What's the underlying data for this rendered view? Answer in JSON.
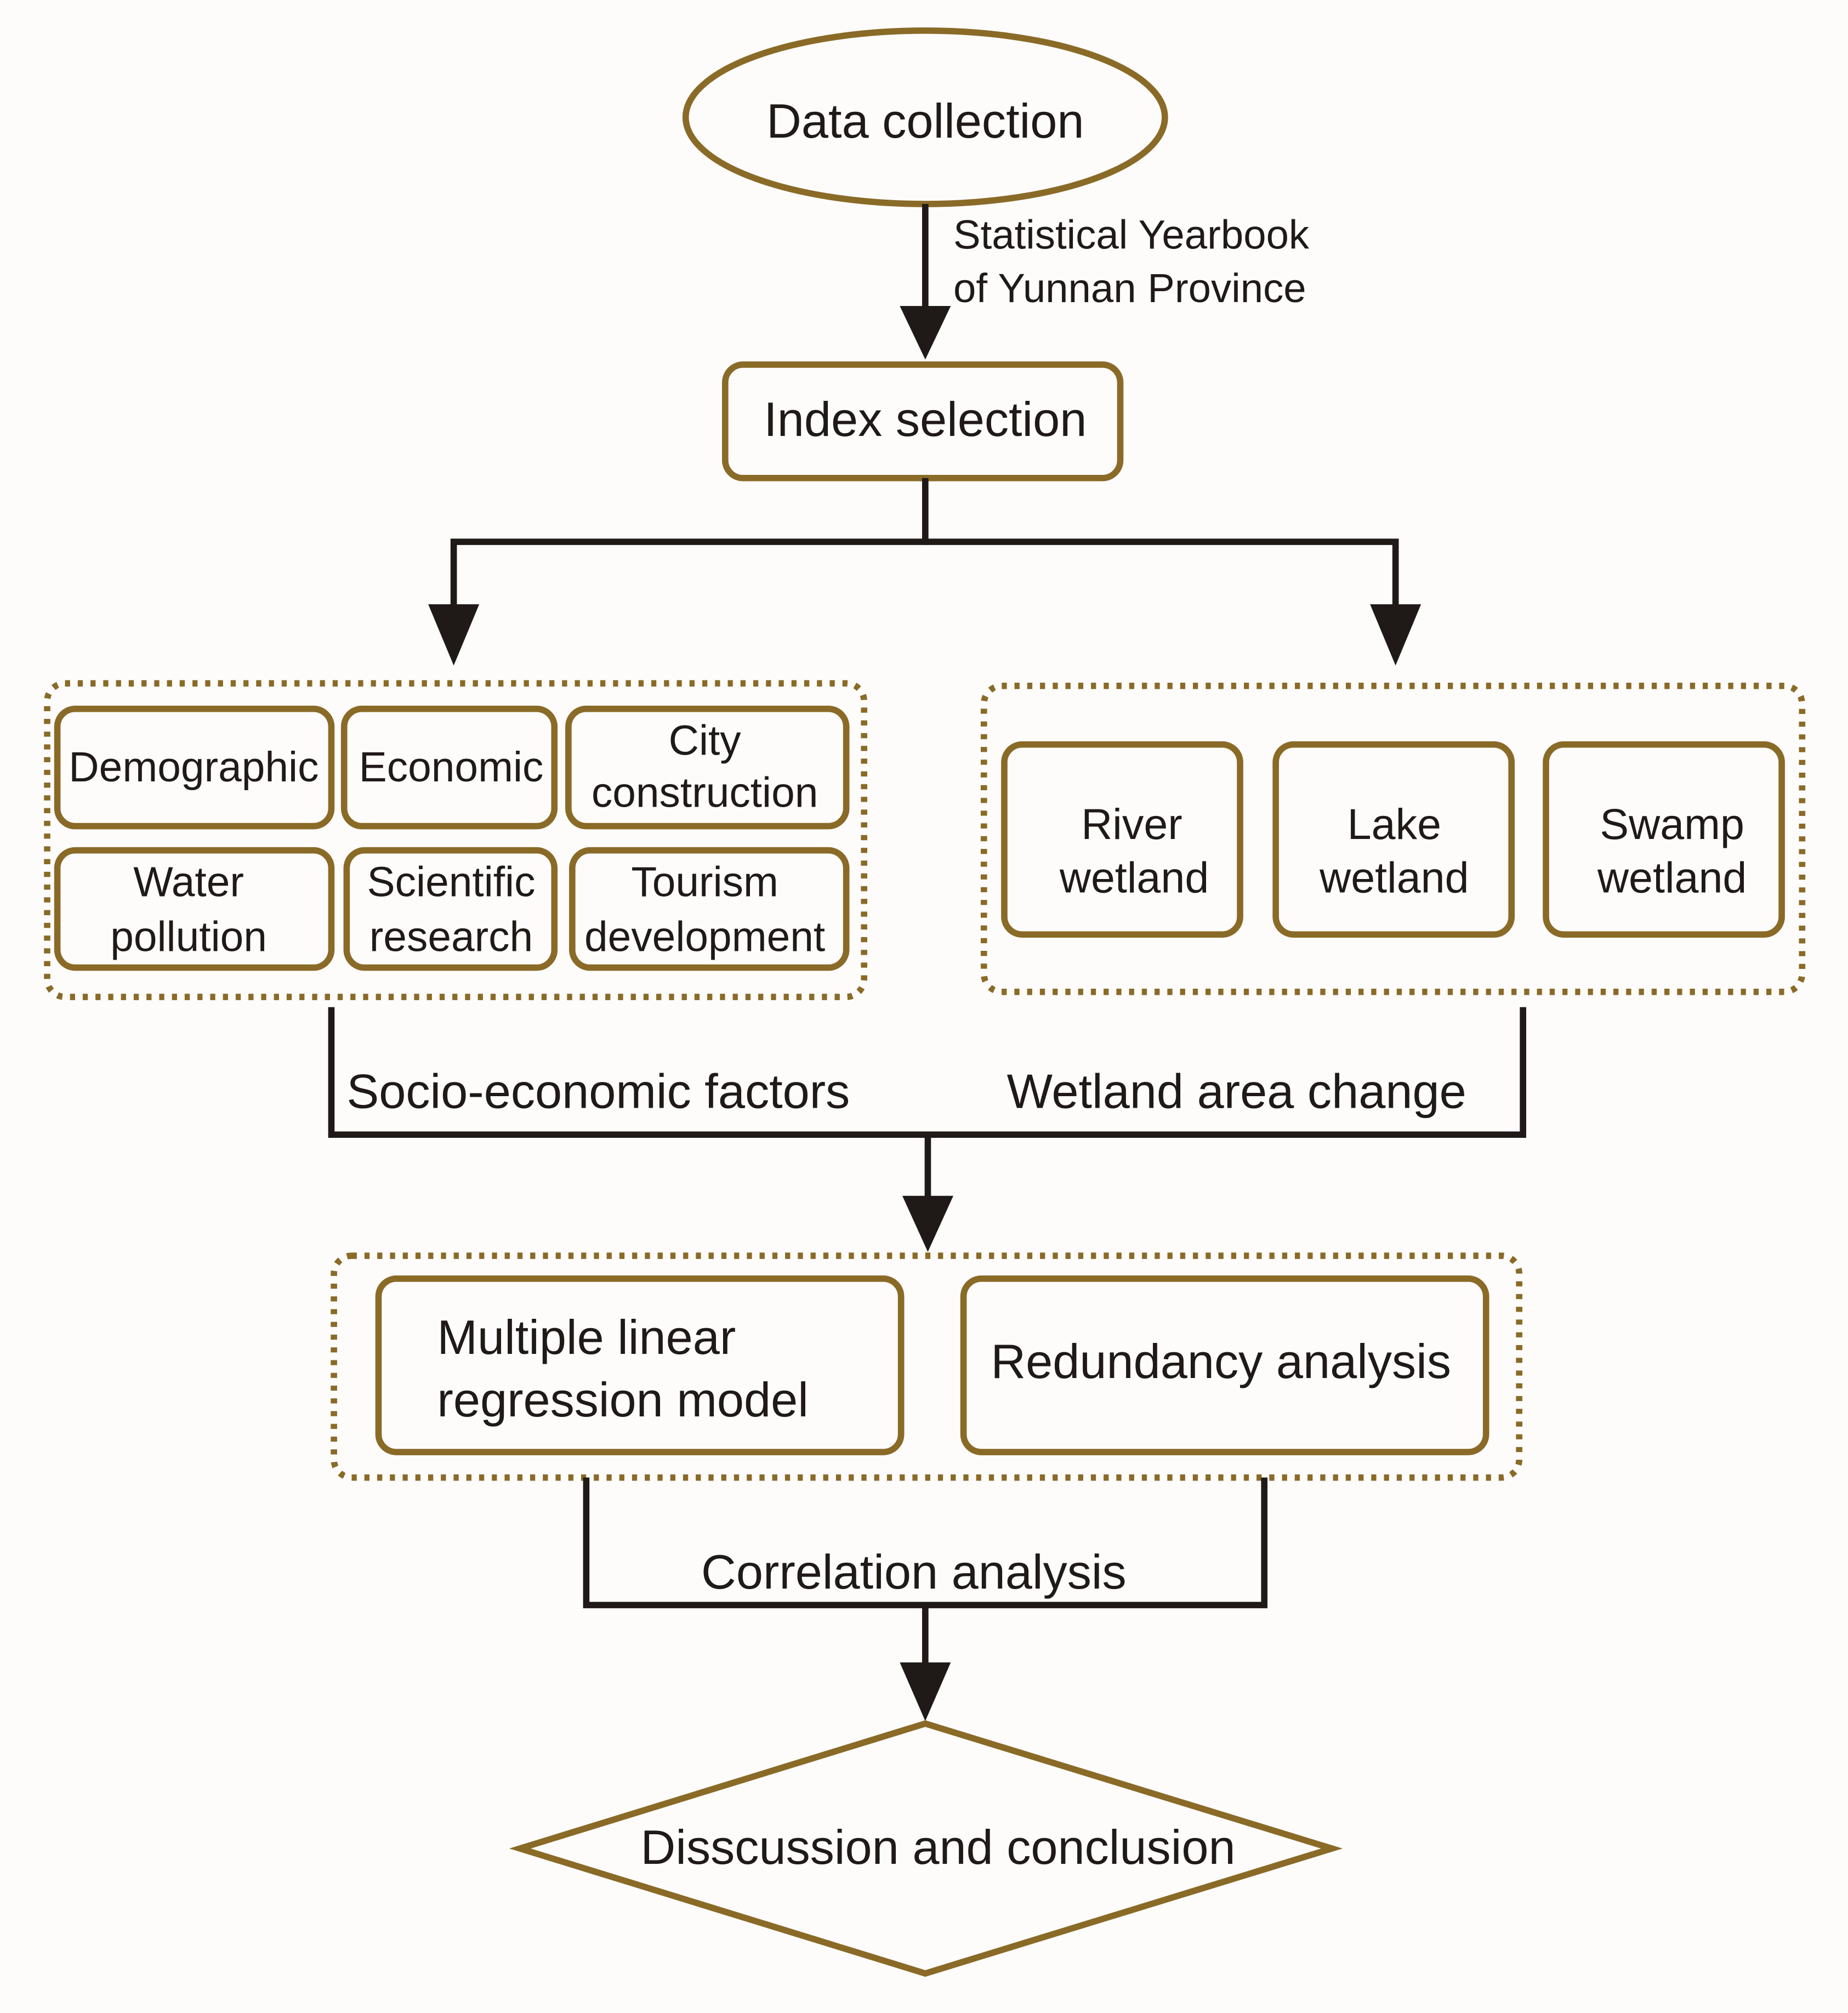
{
  "colors": {
    "box_stroke": "#8a6a27",
    "line": "#1f1a17",
    "text": "#1f1a17",
    "background": "#fdfcfb"
  },
  "nodes": {
    "data_collection": "Data collection",
    "source_line1": "Statistical Yearbook",
    "source_line2": "of Yunnan Province",
    "index_selection": "Index selection",
    "socio": {
      "demographic": "Demographic",
      "economic": "Economic",
      "city_line1": "City",
      "city_line2": "construction",
      "water_line1": "Water",
      "water_line2": "pollution",
      "sci_line1": "Scientific",
      "sci_line2": "research",
      "tourism_line1": "Tourism",
      "tourism_line2": "development"
    },
    "wetland": {
      "river_line1": "River",
      "river_line2": "wetland",
      "lake_line1": "Lake",
      "lake_line2": "wetland",
      "swamp_line1": "Swamp",
      "swamp_line2": "wetland"
    },
    "socio_label": "Socio-economic factors",
    "wetland_label": "Wetland area change",
    "mlr_line1": "Multiple linear",
    "mlr_line2": "regression model",
    "redundancy": "Redundancy analysis",
    "correlation": "Correlation analysis",
    "conclusion": "Disscussion and conclusion"
  }
}
